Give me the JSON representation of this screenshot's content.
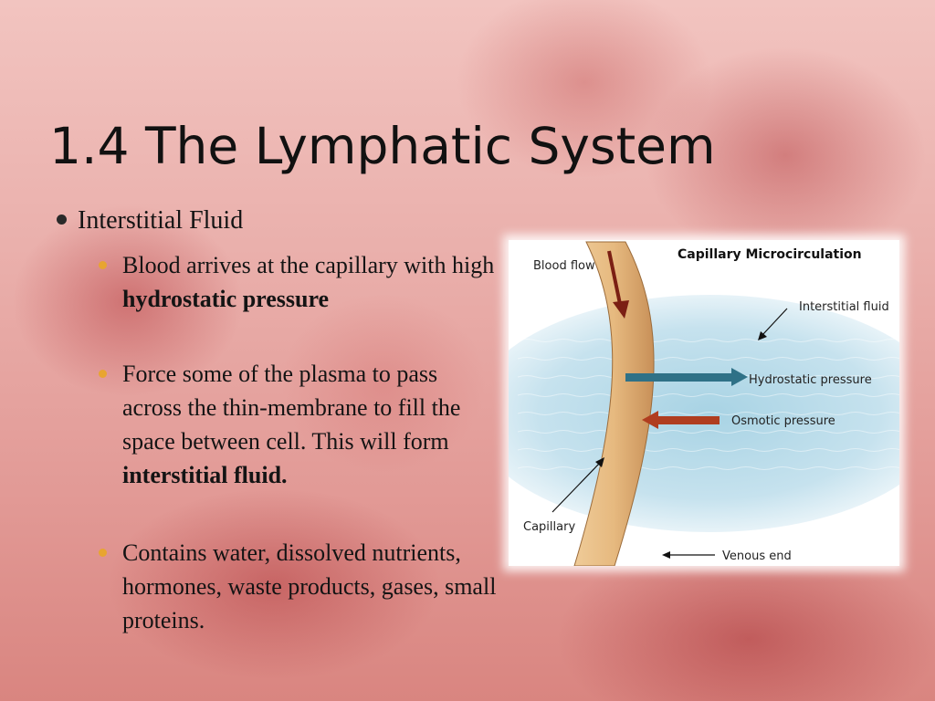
{
  "slide": {
    "title": "1.4 The Lymphatic System",
    "bullet": "Interstitial Fluid",
    "subbullets": [
      {
        "runs": [
          "Blood arrives at the capillary with high ",
          "hydrostatic pressure",
          ""
        ]
      },
      {
        "runs": [
          "Force some of the plasma to pass across the thin-membrane to fill the space between cell. This will form ",
          "interstitial fluid.",
          ""
        ]
      },
      {
        "runs": [
          "Contains water, dissolved nutrients, hormones, waste products, gases, small proteins.",
          "",
          ""
        ]
      }
    ]
  },
  "diagram": {
    "title": "Capillary Microcirculation",
    "labels": {
      "blood_flow": "Blood flow",
      "interstitial_fluid": "Interstitial fluid",
      "hydrostatic": "Hydrostatic pressure",
      "osmotic": "Osmotic pressure",
      "capillary": "Capillary",
      "venous_end": "Venous end"
    },
    "colors": {
      "capillary_fill": "#e6b97f",
      "fluid": "#a8d3e4",
      "hydrostatic_arrow": "#2f7187",
      "osmotic_arrow": "#b03d1f",
      "blood_flow_arrow": "#7b1f14"
    }
  }
}
